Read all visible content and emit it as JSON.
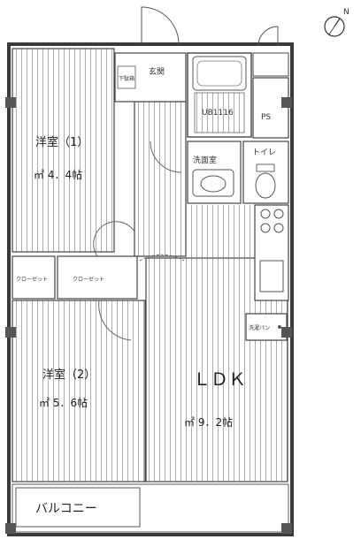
{
  "rooms": {
    "western1_name": "洋室（1）",
    "western1_size": "㎡ 4．4帖",
    "western2_name": "洋室（2）",
    "western2_size": "㎡ 5．6帖",
    "ldk_name": "ＬＤＫ",
    "ldk_size": "㎡ 9．2帖",
    "balcony": "バルコニー",
    "entrance": "玄関",
    "shoe_box": "下駄箱",
    "unit_bath": "UB1116",
    "pipe_space": "PS",
    "washroom": "洗面室",
    "toilet": "トイレ",
    "closet_left": "クローゼット",
    "closet_right": "クローゼット",
    "washer_pan": "洗濯パン"
  },
  "compass": {
    "label": "N"
  },
  "colors": {
    "wall": "#3a3a3a",
    "line": "#555555",
    "floor": "#777777",
    "fill": "#ffffff"
  }
}
